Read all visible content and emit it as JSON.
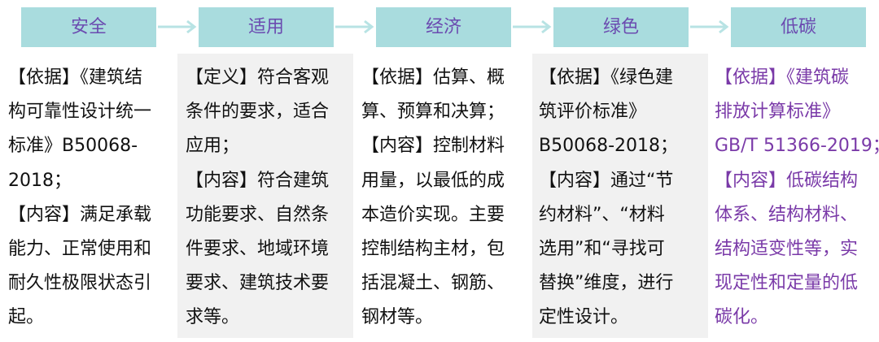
{
  "colors": {
    "pill_fill": "#a9dcde",
    "pill_text": "#6b4bb0",
    "arrow": "#b8e3e4",
    "column_shade": "#f1f1f1",
    "body_text": "#111111",
    "accent_text": "#7a3aa8"
  },
  "stages": [
    {
      "label": "安全"
    },
    {
      "label": "适用"
    },
    {
      "label": "经济"
    },
    {
      "label": "绿色"
    },
    {
      "label": "低碳"
    }
  ],
  "columns": [
    {
      "lines": [
        "【依据】《建筑结",
        "构可靠性设计统一",
        "标准》B50068-",
        "2018；",
        "【内容】满足承载",
        "能力、正常使用和",
        "耐久性极限状态引",
        "起。"
      ]
    },
    {
      "lines": [
        "【定义】符合客观",
        "条件的要求，适合",
        "应用；",
        "【内容】符合建筑",
        "功能要求、自然条",
        "件要求、地域环境",
        "要求、建筑技术要",
        "求等。"
      ]
    },
    {
      "lines": [
        "【依据】估算、概",
        "算、预算和决算；",
        "【内容】控制材料",
        "用量，以最低的成",
        "本造价实现。主要",
        "控制结构主材，包",
        "括混凝土、钢筋、",
        "钢材等。"
      ]
    },
    {
      "lines": [
        "【依据】《绿色建",
        "筑评价标准》",
        "B50068-2018；",
        "【内容】通过“节",
        "约材料”、“材料",
        "选用”和“寻找可",
        "替换”维度，进行",
        "定性设计。"
      ]
    },
    {
      "lines": [
        "【依据】《建筑碳",
        "排放计算标准》",
        "GB/T 51366-2019；",
        "【内容】低碳结构",
        "体系、结构材料、",
        "结构适变性等，实",
        "现定性和定量的低",
        "碳化。"
      ]
    }
  ]
}
